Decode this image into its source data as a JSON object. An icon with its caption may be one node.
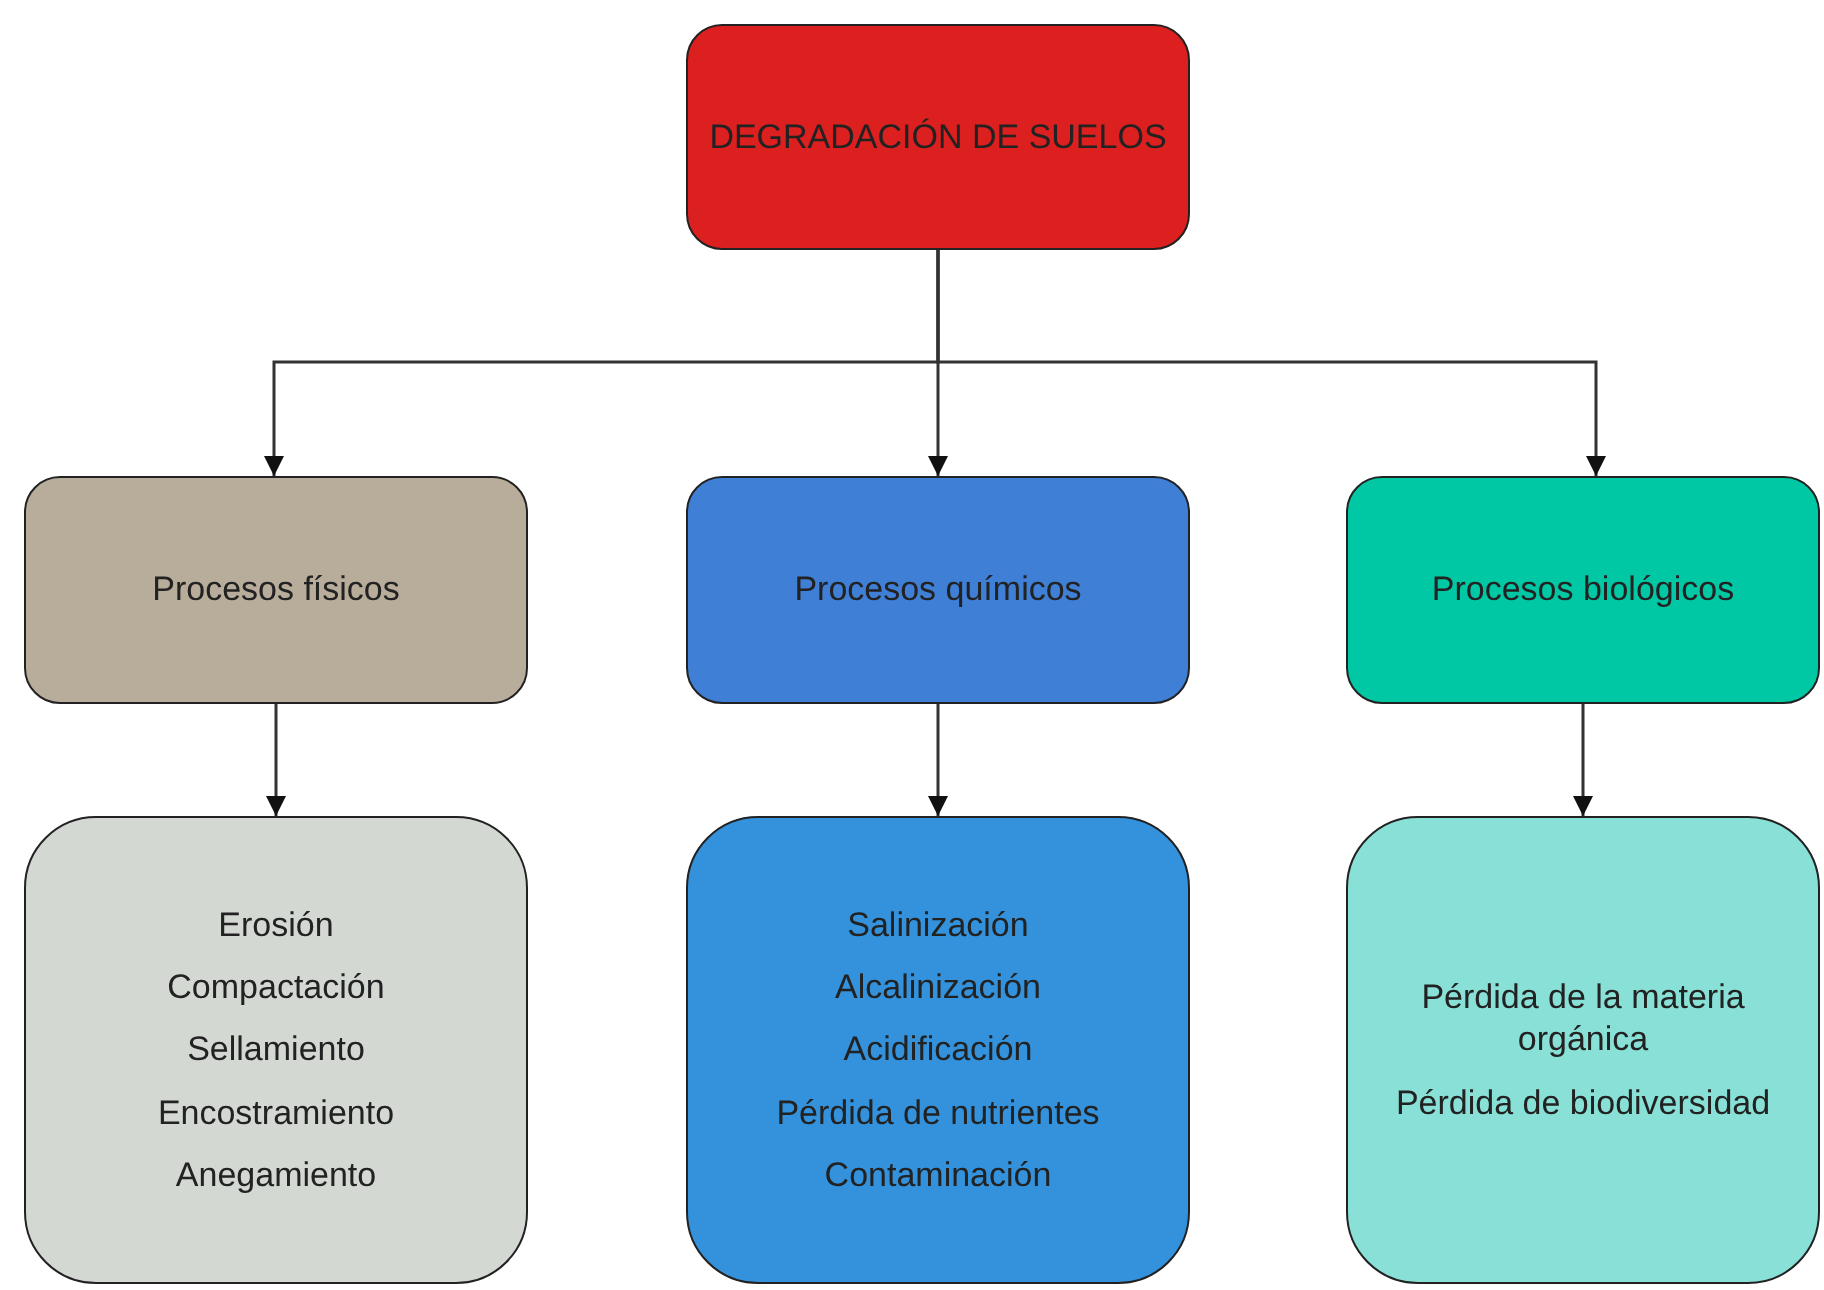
{
  "diagram": {
    "nodes": [
      {
        "text": [
          "DEGRADACIÓN DE SUELOS"
        ]
      },
      {
        "text": [
          "Procesos físicos"
        ]
      },
      {
        "text": [
          "Procesos químicos"
        ]
      },
      {
        "text": [
          "Procesos biológicos"
        ]
      },
      {
        "text": [
          "Erosión",
          "Compactación",
          "Sellamiento",
          "Encostramiento",
          "Anegamiento"
        ]
      },
      {
        "text": [
          "Salinización",
          "Alcalinización",
          "Acidificación",
          "Pérdida de nutrientes",
          "Contaminación"
        ]
      },
      {
        "text": [
          "Pérdida de la materia orgánica",
          "Pérdida de biodiversidad"
        ]
      }
    ],
    "edges": [
      {
        "from": 0,
        "to": 1,
        "arrow": "to"
      },
      {
        "from": 0,
        "to": 2,
        "arrow": "to"
      },
      {
        "from": 0,
        "to": 3,
        "arrow": "to"
      },
      {
        "from": 1,
        "to": 4,
        "arrow": "to"
      },
      {
        "from": 2,
        "to": 5,
        "arrow": "to"
      },
      {
        "from": 3,
        "to": 6,
        "arrow": "to"
      }
    ]
  }
}
